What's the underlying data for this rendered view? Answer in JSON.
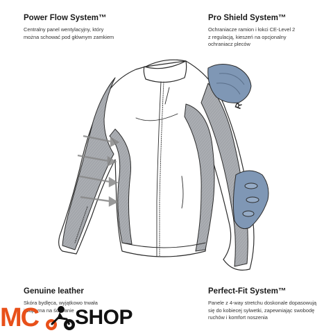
{
  "features": {
    "power_flow": {
      "title": "Power Flow System™",
      "description": "Centralny panel wentylacyjny, który\nmożna schować pod głównym zamkiem"
    },
    "pro_shield": {
      "title": "Pro Shield System™",
      "description": "Ochraniacze ramion i łokci CE-Level 2\nz regulacją, kieszeń na opcjonalny\nochraniacz pleców"
    },
    "genuine_leather": {
      "title": "Genuine leather",
      "description": "Skóra bydlęca, wyjątkowo trwała\ni odporna na ścieranie"
    },
    "perfect_fit": {
      "title": "Perfect-Fit System™",
      "description": "Panele z 4-way stretchu doskonale dopasowują\nsię do kobiecej sylwetki, zapewniając swobodę\nruchów i komfort noszenia"
    }
  },
  "logo": {
    "mc": "MC",
    "shop": "SHOP"
  },
  "colors": {
    "stretch_panel": "#a3a6ab",
    "protector": "#7f97b5",
    "outline": "#2b2b2b",
    "logo_accent": "#e8501a"
  },
  "icons": {
    "jacket": "jacket-illustration",
    "shoulder": "shoulder-protector-icon",
    "elbow": "elbow-protector-icon",
    "rider": "motorcycle-rider-icon"
  }
}
